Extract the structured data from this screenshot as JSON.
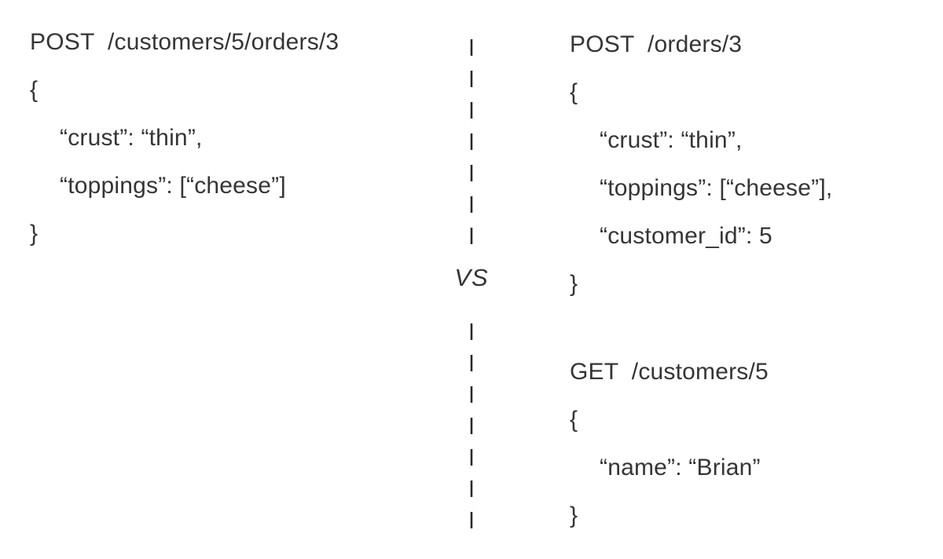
{
  "comparison": {
    "divider": {
      "vs_label": "VS",
      "line_color": "#2a2a2a"
    },
    "left": {
      "request": "POST  /customers/5/orders/3",
      "body_lines": [
        "{",
        "“crust”: “thin”,",
        "“toppings”: [“cheese”]",
        "}"
      ]
    },
    "right_top": {
      "request": "POST  /orders/3",
      "body_lines": [
        "{",
        "“crust”: “thin”,",
        "“toppings”: [“cheese”],",
        "“customer_id”: 5",
        "}"
      ]
    },
    "right_bottom": {
      "request": "GET  /customers/5",
      "body_lines": [
        "{",
        "“name”: “Brian”",
        "}"
      ]
    }
  },
  "colors": {
    "background": "#ffffff",
    "text": "#353535"
  }
}
